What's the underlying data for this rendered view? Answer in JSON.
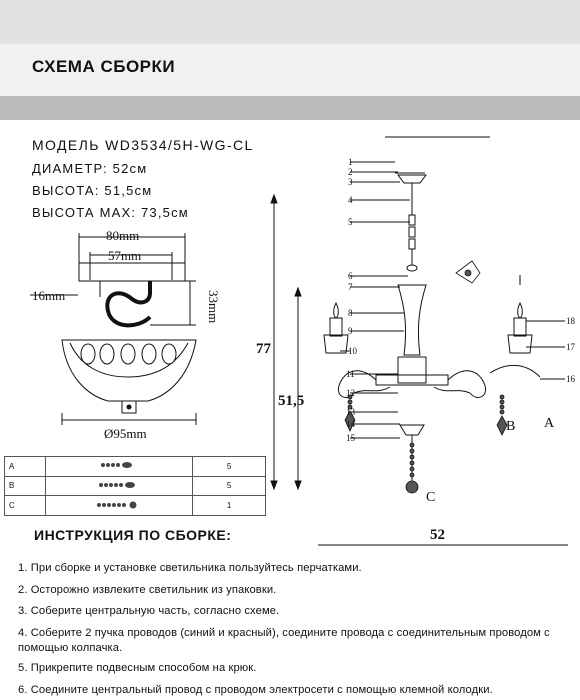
{
  "header": {
    "title": "СХЕМА СБОРКИ"
  },
  "model": "МОДЕЛЬ WD3534/5H-WG-CL",
  "specs": {
    "diameter": "ДИАМЕТР: 52см",
    "height": "ВЫСОТА: 51,5см",
    "height_max": "ВЫСОТА MAX: 73,5см"
  },
  "canopy": {
    "dim_80": "80mm",
    "dim_57": "57mm",
    "dim_16": "16mm",
    "dim_33": "33mm",
    "dim_95": "Ø95mm"
  },
  "parts_table": [
    {
      "letter": "A",
      "qty": "5"
    },
    {
      "letter": "B",
      "qty": "5"
    },
    {
      "letter": "C",
      "qty": "1"
    }
  ],
  "drawing": {
    "dim_77": "77",
    "dim_51_5": "51,5",
    "dim_52": "52",
    "part_numbers": [
      "1",
      "2",
      "3",
      "4",
      "5",
      "6",
      "7",
      "8",
      "9",
      "10",
      "11",
      "12",
      "13",
      "14",
      "15",
      "16",
      "17",
      "18"
    ],
    "labels": {
      "a": "A",
      "b": "B",
      "c": "C"
    }
  },
  "instructions_title": "ИНСТРУКЦИЯ ПО СБОРКЕ:",
  "instructions": [
    "1. При сборке и установке светильника пользуйтесь перчатками.",
    "2. Осторожно извлеките светильник из упаковки.",
    "3. Соберите центральную часть, согласно схеме.",
    "4. Соберите 2 пучка проводов (синий и красный), соедините провода с соединительным проводом с помощью колпачка.",
    "5. Прикрепите подвесным способом на крюк.",
    "6. Соедините центральный провод с проводом электросети с помощью клемной колодки."
  ]
}
